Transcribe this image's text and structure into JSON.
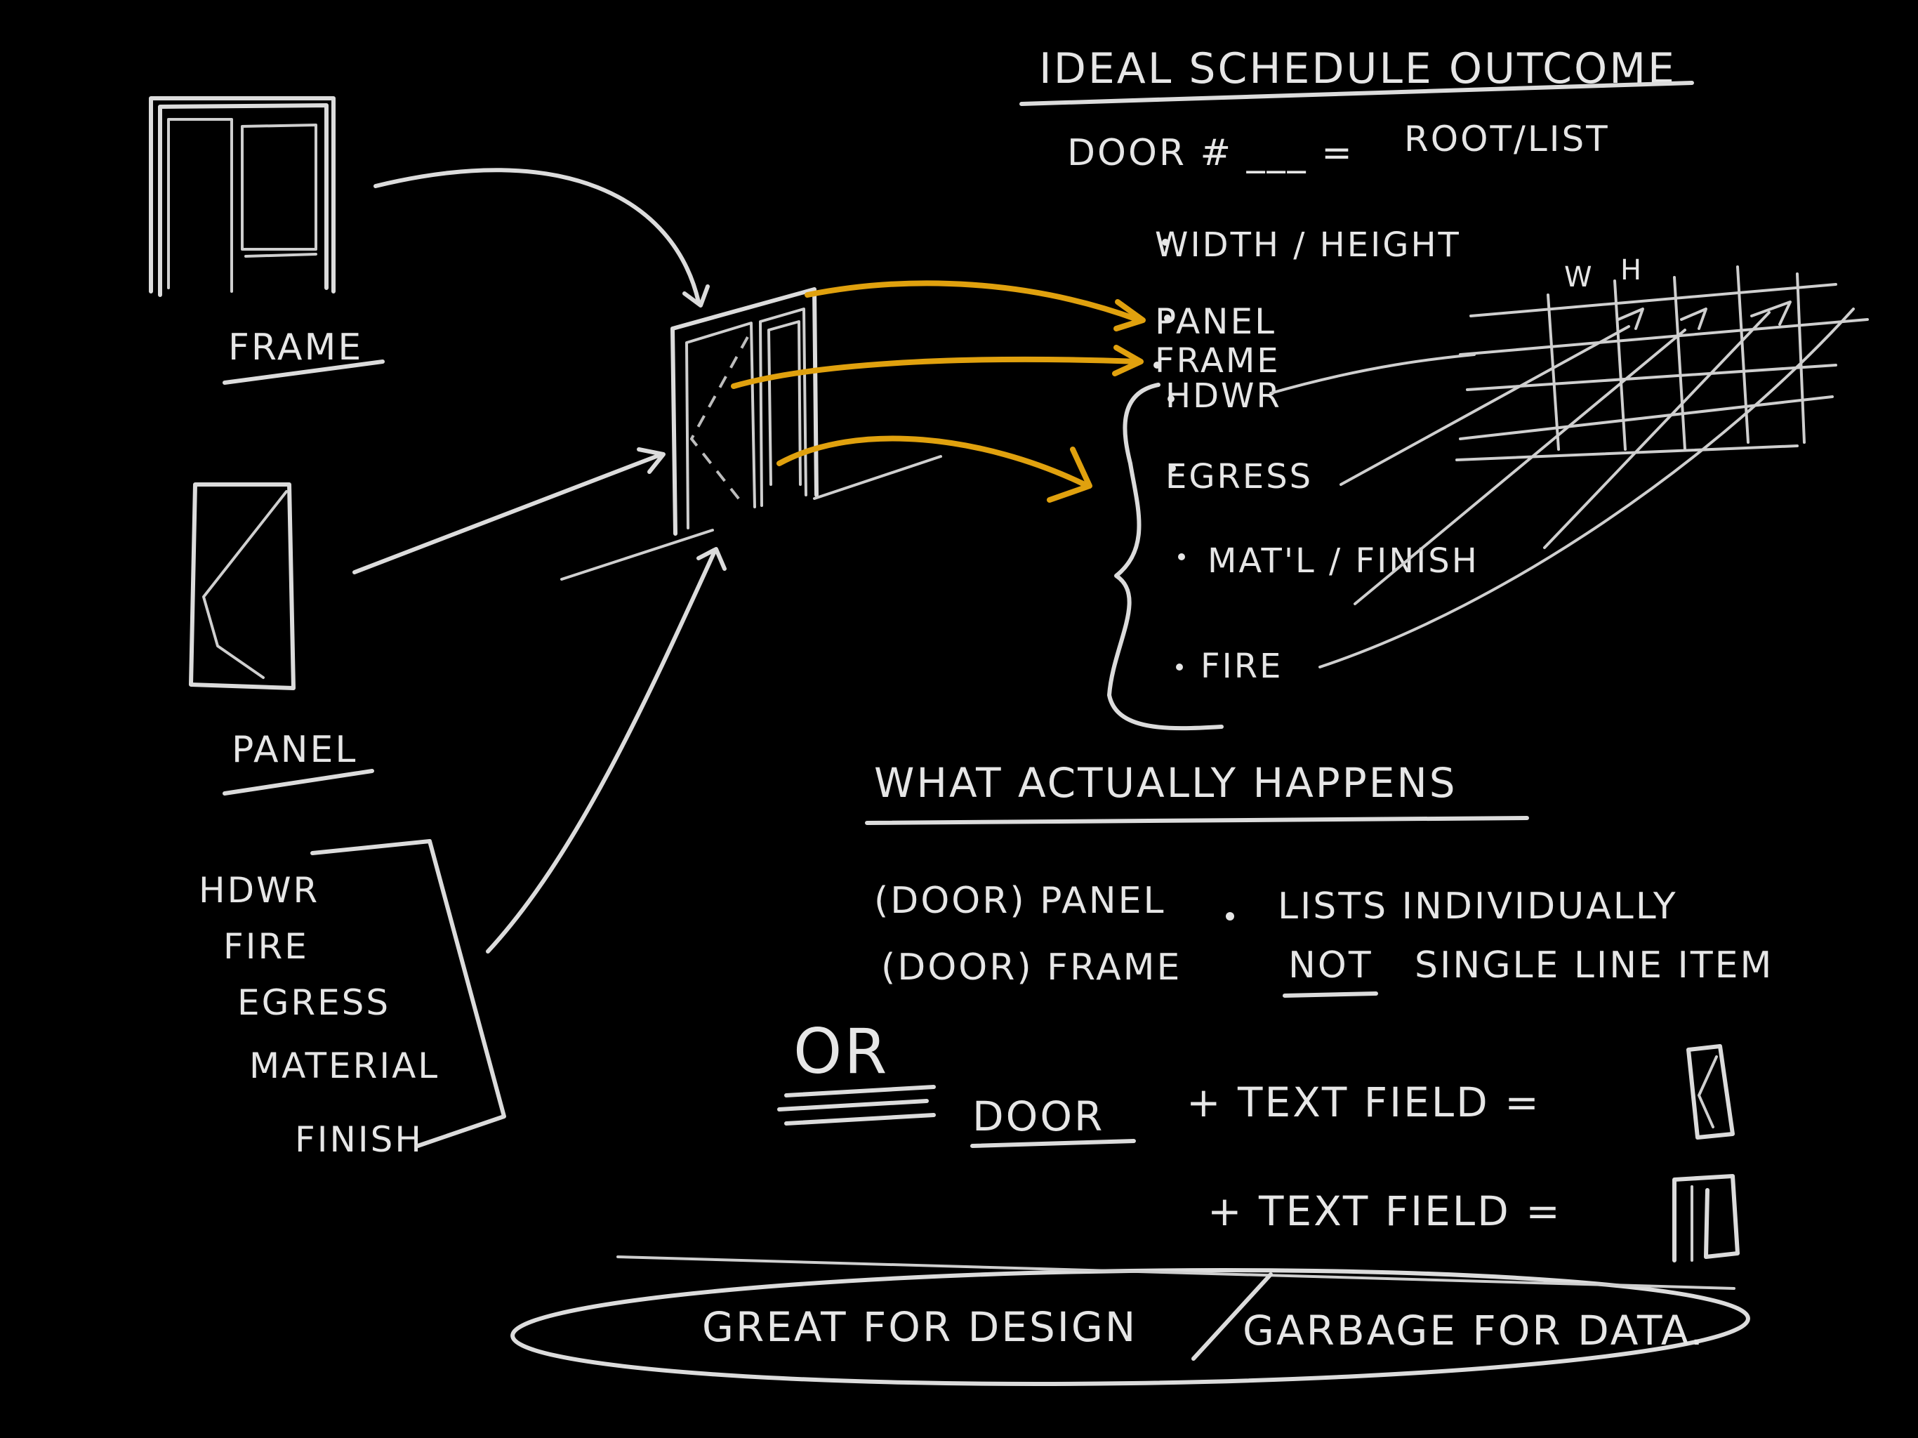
{
  "left_labels": {
    "frame": "FRAME",
    "panel": "PANEL",
    "list": [
      "HDWR",
      "FIRE",
      "EGRESS",
      "MATERIAL",
      "FINISH"
    ]
  },
  "ideal": {
    "title": "IDEAL SCHEDULE OUTCOME",
    "door_line": "DOOR # ___ =",
    "root": "ROOT/LIST",
    "items": [
      "WIDTH / HEIGHT",
      "PANEL",
      "FRAME",
      "HDWR",
      "EGRESS",
      "MAT'L / FINISH",
      "FIRE"
    ],
    "grid_header": [
      "W",
      "H"
    ]
  },
  "actual": {
    "title": "WHAT ACTUALLY HAPPENS",
    "line1_left": "(DOOR) PANEL",
    "line1_right": "LISTS INDIVIDUALLY",
    "line2_left": "(DOOR) FRAME",
    "line2_not": "NOT",
    "line2_right": "SINGLE LINE ITEM",
    "or": "OR",
    "door": "DOOR",
    "plus1": "+ TEXT FIELD =",
    "plus2": "+ TEXT FIELD ="
  },
  "footer": {
    "left": "GREAT FOR DESIGN",
    "right": "GARBAGE FOR DATA."
  },
  "colors": {
    "background": "#000000",
    "chalk": "#e6e6e6",
    "accent": "#e0a10e"
  }
}
